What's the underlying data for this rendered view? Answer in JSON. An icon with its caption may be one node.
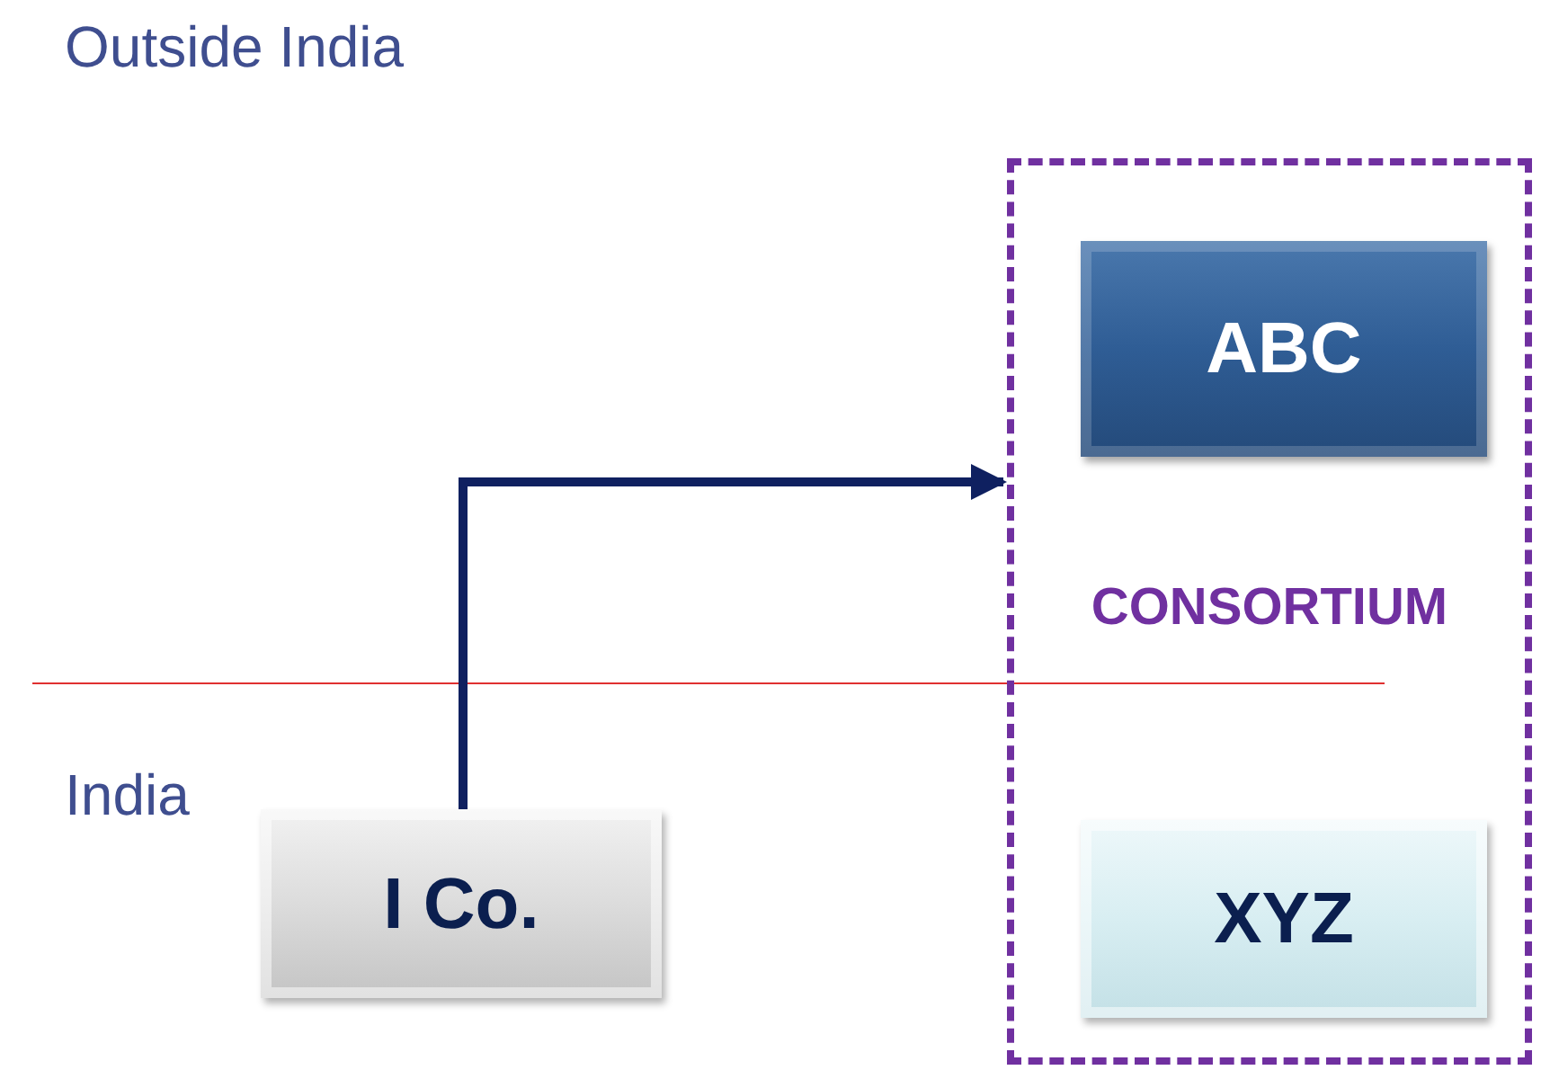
{
  "diagram": {
    "nodes": [
      {
        "text": [
          "CONSORTIUM"
        ]
      },
      {
        "text": [
          "ABC"
        ],
        "in": 0
      },
      {
        "text": [
          "XYZ"
        ],
        "in": 0
      },
      {
        "text": [
          "I Co."
        ]
      }
    ],
    "edges": [
      {
        "from": 3,
        "to": 0,
        "arrow": "to"
      }
    ],
    "labels": [
      "Outside India",
      "India"
    ]
  }
}
